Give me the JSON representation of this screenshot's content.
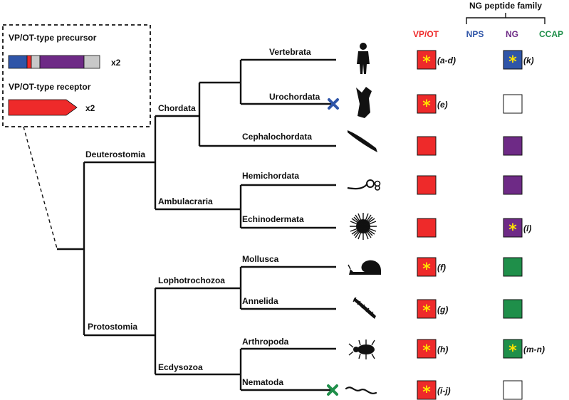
{
  "header": {
    "family_title": "NG peptide family",
    "vpot": "VP/OT",
    "nps": "NPS",
    "ng": "NG",
    "ccap": "CCAP"
  },
  "colors": {
    "red": "#ee2a2a",
    "purple": "#6e2a86",
    "blue": "#2f55a8",
    "green": "#1f8f4a",
    "grey": "#c8c8c8",
    "star": "#ffe400",
    "nps_text": "#2f55a8",
    "ng_text": "#6e2a86",
    "ccap_text": "#1f8f4a",
    "vpot_text": "#ee2a2a"
  },
  "legend": {
    "precursor_label": "VP/OT-type precursor",
    "receptor_label": "VP/OT-type receptor",
    "precursor_mult": "x2",
    "receptor_mult": "x2"
  },
  "clades": {
    "deuterostomia": "Deuterostomia",
    "protostomia": "Protostomia",
    "chordata": "Chordata",
    "ambulacraria": "Ambulacraria",
    "lophotrochozoa": "Lophotrochozoa",
    "ecdysozoa": "Ecdysozoa"
  },
  "taxa": [
    {
      "name": "Vertebrata",
      "icon": "human-silhouette",
      "vp": "red",
      "vp_star": true,
      "vp_ref": "(a-d)",
      "ng": "blue",
      "ng_star": true,
      "ng_ref": "(k)",
      "loss": ""
    },
    {
      "name": "Urochordata",
      "icon": "tunicate-silhouette",
      "vp": "red",
      "vp_star": true,
      "vp_ref": "(e)",
      "ng": "white",
      "ng_star": false,
      "ng_ref": "",
      "loss": "blue"
    },
    {
      "name": "Cephalochordata",
      "icon": "amphioxus-silhouette",
      "vp": "red",
      "vp_star": false,
      "vp_ref": "",
      "ng": "purple",
      "ng_star": false,
      "ng_ref": "",
      "loss": ""
    },
    {
      "name": "Hemichordata",
      "icon": "acorn-worm-silhouette",
      "vp": "red",
      "vp_star": false,
      "vp_ref": "",
      "ng": "purple",
      "ng_star": false,
      "ng_ref": "",
      "loss": ""
    },
    {
      "name": "Echinodermata",
      "icon": "sea-urchin-silhouette",
      "vp": "red",
      "vp_star": false,
      "vp_ref": "",
      "ng": "purple",
      "ng_star": true,
      "ng_ref": "(l)",
      "loss": ""
    },
    {
      "name": "Mollusca",
      "icon": "snail-silhouette",
      "vp": "red",
      "vp_star": true,
      "vp_ref": "(f)",
      "ng": "green",
      "ng_star": false,
      "ng_ref": "",
      "loss": ""
    },
    {
      "name": "Annelida",
      "icon": "annelid-silhouette",
      "vp": "red",
      "vp_star": true,
      "vp_ref": "(g)",
      "ng": "green",
      "ng_star": false,
      "ng_ref": "",
      "loss": ""
    },
    {
      "name": "Arthropoda",
      "icon": "beetle-silhouette",
      "vp": "red",
      "vp_star": true,
      "vp_ref": "(h)",
      "ng": "green",
      "ng_star": true,
      "ng_ref": "(m-n)",
      "loss": ""
    },
    {
      "name": "Nematoda",
      "icon": "nematode-silhouette",
      "vp": "red",
      "vp_star": true,
      "vp_ref": "(i-j)",
      "ng": "white",
      "ng_star": false,
      "ng_ref": "",
      "loss": "green"
    }
  ],
  "star_glyph": "*"
}
